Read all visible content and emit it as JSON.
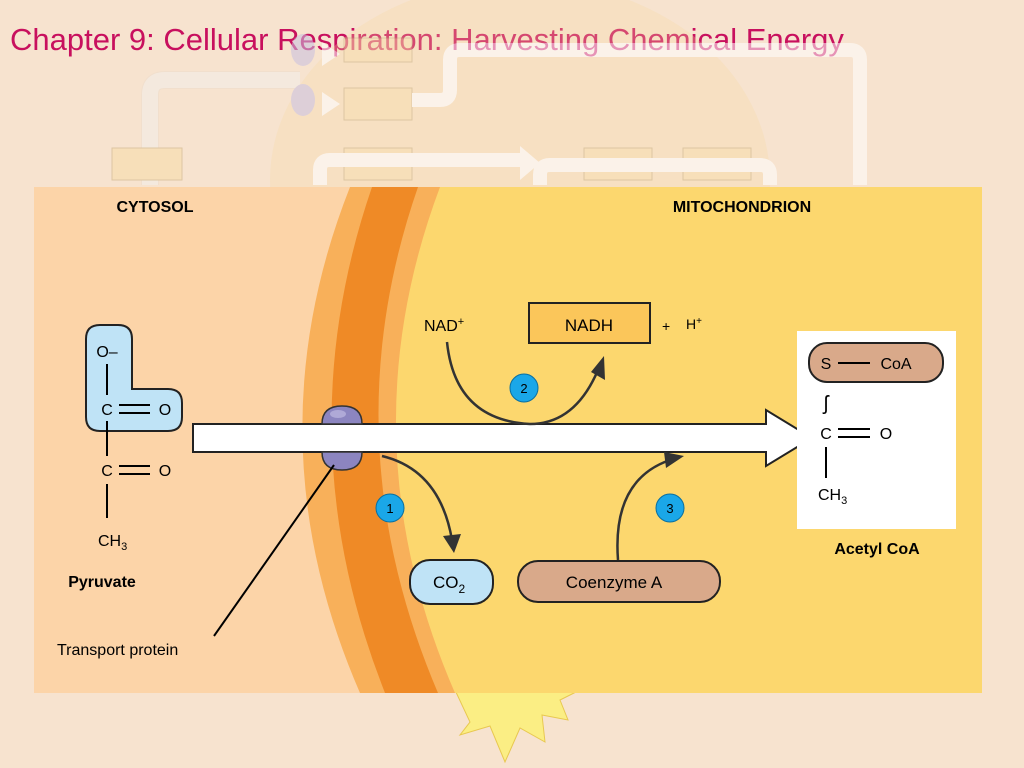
{
  "slide": {
    "title": "Chapter 9: Cellular Respiration: Harvesting Chemical Energy"
  },
  "diagram": {
    "regions": {
      "cytosol": "CYTOSOL",
      "mitochondrion": "MITOCHONDRION"
    },
    "pyruvate": {
      "name": "Pyruvate",
      "o_minus": "O–",
      "c1": "C",
      "o1": "O",
      "c2": "C",
      "o2": "O",
      "ch3": "CH",
      "ch3_sub": "3"
    },
    "transport_protein": "Transport protein",
    "steps": {
      "step1": "1",
      "step2": "2",
      "step3": "3"
    },
    "nad_plus": "NAD",
    "nad_sup": "+",
    "nadh": "NADH",
    "plus": "+",
    "h_plus": "H",
    "h_sup": "+",
    "co2": "CO",
    "co2_sub": "2",
    "coenzyme_a": "Coenzyme A",
    "acetyl_coa": {
      "name": "Acetyl CoA",
      "s": "S",
      "coa": "CoA",
      "squiggle": "ʃ",
      "c": "C",
      "o": "O",
      "ch3": "CH",
      "ch3_sub": "3"
    },
    "colors": {
      "title": "#c8105e",
      "cytosol": "#fcd4a8",
      "mitochondrion": "#fcd76e",
      "membrane_outer": "#f6a646",
      "membrane_inner": "#ef8a26",
      "pyruvate_box": "#bfe3f6",
      "nadh_box": "#fbc65a",
      "step_circle": "#1aa7e8",
      "coenzyme_a": "#d9a98a",
      "protein": "#8c85c0"
    }
  }
}
